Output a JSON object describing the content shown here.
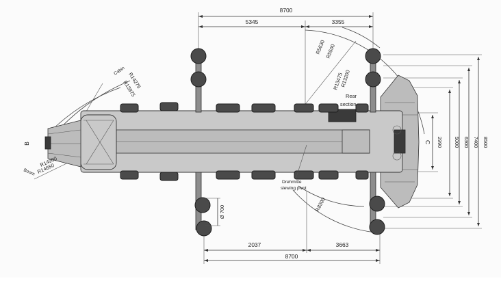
{
  "top_dims": {
    "overall": "8700",
    "front": "5345",
    "rear": "3355"
  },
  "bottom_dims": {
    "overall": "8700",
    "front": "2037",
    "rear": "3663"
  },
  "right_dims": [
    "2990",
    "5000",
    "6300",
    "7400",
    "8500"
  ],
  "radii": {
    "r5630": "R5630",
    "r5500": "R5500",
    "r13475": "R13475",
    "r13200": "R13200",
    "r14275": "R14275",
    "r13975": "R13975",
    "r14900": "R14900",
    "r14650": "R14650",
    "r8300": "R8300"
  },
  "labels": {
    "cabin": "Cabin",
    "boom": "Boom",
    "rear_line1": "Rear",
    "rear_line2": "section",
    "b": "B",
    "c": "C",
    "diameter": "Ø 700",
    "pivot_line1": "Drehmitte",
    "pivot_line2": "slewing pivot"
  }
}
